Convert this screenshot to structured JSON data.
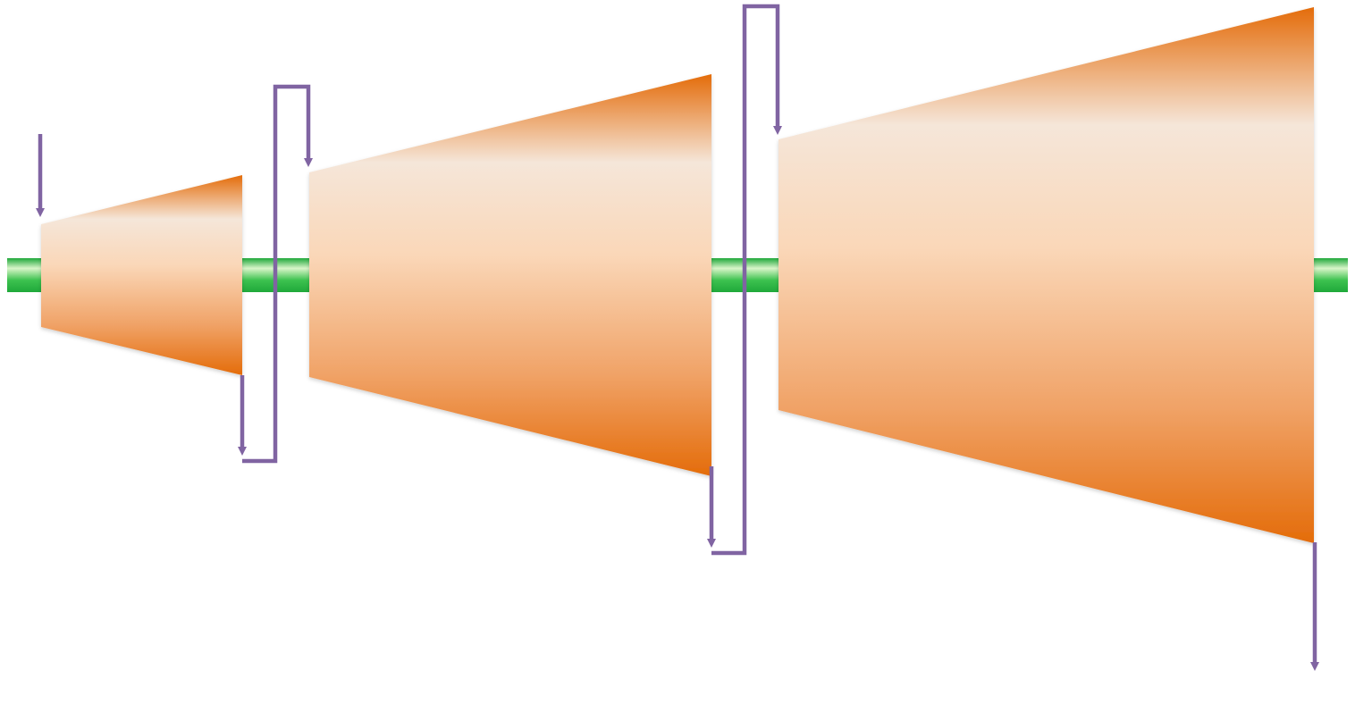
{
  "diagram": {
    "stages": [
      {
        "name": "compressor-stage-1"
      },
      {
        "name": "compressor-stage-2"
      },
      {
        "name": "compressor-stage-3"
      }
    ],
    "colors": {
      "shaft_dark": "#1fa83a",
      "shaft_light": "#d9f5c9",
      "stage_edge": "#e46c0a",
      "stage_mid": "#fad7b8",
      "stage_highlight": "#f5e6d9",
      "flow_arrow": "#8064a2"
    }
  }
}
